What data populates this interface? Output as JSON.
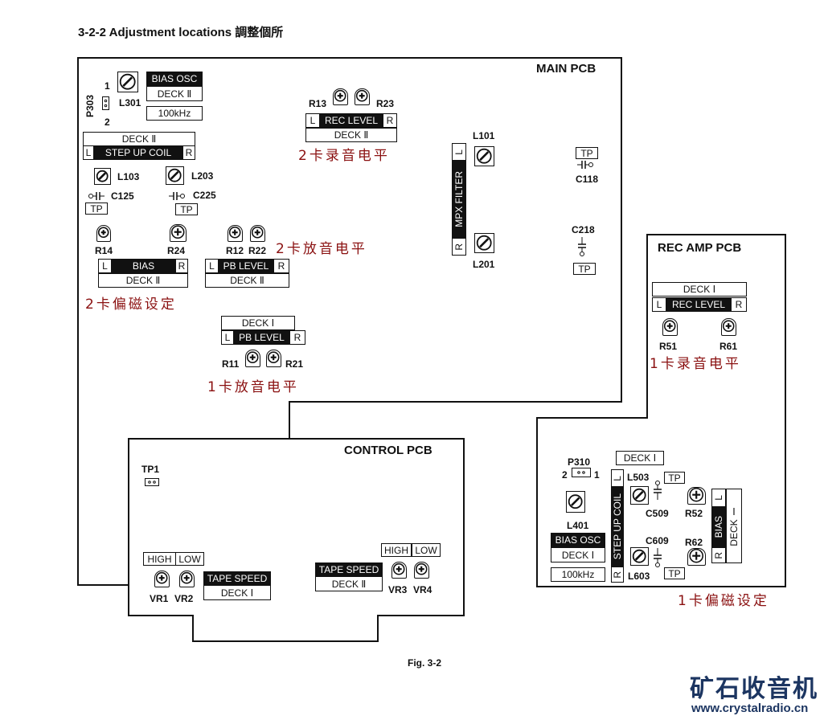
{
  "header": {
    "title": "3-2-2 Adjustment locations 調整個所"
  },
  "footer": {
    "fig_label": "Fig. 3-2"
  },
  "logo": {
    "name": "矿石收音机",
    "url": "www.crystalradio.cn"
  },
  "main": {
    "title": "MAIN PCB",
    "p303": "P303",
    "p303_pin1": "1",
    "p303_pin2": "2",
    "l301": "L301",
    "bias_osc": "BIAS OSC",
    "bias_osc_deck": "DECK Ⅱ",
    "bias_osc_freq": "100kHz",
    "suc_deck": "DECK Ⅱ",
    "suc_l": "L",
    "suc": "STEP UP COIL",
    "suc_r": "R",
    "l103": "L103",
    "l203": "L203",
    "c125": "C125",
    "c225": "C225",
    "tp1": "TP",
    "tp2": "TP",
    "r14": "R14",
    "r24": "R24",
    "r12": "R12",
    "r22": "R22",
    "bias_l": "L",
    "bias": "BIAS",
    "bias_r": "R",
    "bias_deck": "DECK Ⅱ",
    "pb2_l": "L",
    "pb2": "PB LEVEL",
    "pb2_r": "R",
    "pb2_deck": "DECK Ⅱ",
    "note_pb2": "2卡放音电平",
    "note_bias2": "2卡偏磁设定",
    "r13": "R13",
    "r23": "R23",
    "rec_l": "L",
    "rec": "REC LEVEL",
    "rec_r": "R",
    "rec_deck": "DECK Ⅱ",
    "note_rec2": "2卡录音电平",
    "mpx_l": "L",
    "mpx": "MPX FILTER",
    "mpx_r": "R",
    "l101": "L101",
    "l201": "L201",
    "tp3": "TP",
    "c118": "C118",
    "c218": "C218",
    "tp4": "TP",
    "pb1_deck": "DECK Ⅰ",
    "pb1_l": "L",
    "pb1": "PB LEVEL",
    "pb1_r": "R",
    "r11": "R11",
    "r21": "R21",
    "note_pb1": "1卡放音电平"
  },
  "rec_amp": {
    "title": "REC AMP PCB",
    "rec_deck": "DECK Ⅰ",
    "rec_l": "L",
    "rec": "REC LEVEL",
    "rec_r": "R",
    "r51": "R51",
    "r61": "R61",
    "note_rec1": "1卡录音电平",
    "p310": "P310",
    "p310_pin2": "2",
    "p310_pin1": "1",
    "l401": "L401",
    "bias_osc": "BIAS OSC",
    "bias_osc_deck": "DECK Ⅰ",
    "bias_osc_freq": "100kHz",
    "suc_deck": "DECK Ⅰ",
    "suc_l": "L",
    "suc": "STEP UP COIL",
    "suc_r": "R",
    "l503": "L503",
    "tp1": "TP",
    "c509": "C509",
    "c609": "C609",
    "l603": "L603",
    "tp2": "TP",
    "r52": "R52",
    "r62": "R62",
    "bias_l": "L",
    "bias": "BIAS",
    "bias_r": "R",
    "bias_deck": "DECK Ⅰ",
    "note_bias1": "1卡偏磁设定"
  },
  "control": {
    "title": "CONTROL PCB",
    "tp1": "TP1",
    "high1": "HIGH",
    "low1": "LOW",
    "vr1": "VR1",
    "vr2": "VR2",
    "ts1": "TAPE SPEED",
    "ts1_deck": "DECK Ⅰ",
    "ts2": "TAPE SPEED",
    "ts2_deck": "DECK Ⅱ",
    "high2": "HIGH",
    "low2": "LOW",
    "vr3": "VR3",
    "vr4": "VR4"
  }
}
